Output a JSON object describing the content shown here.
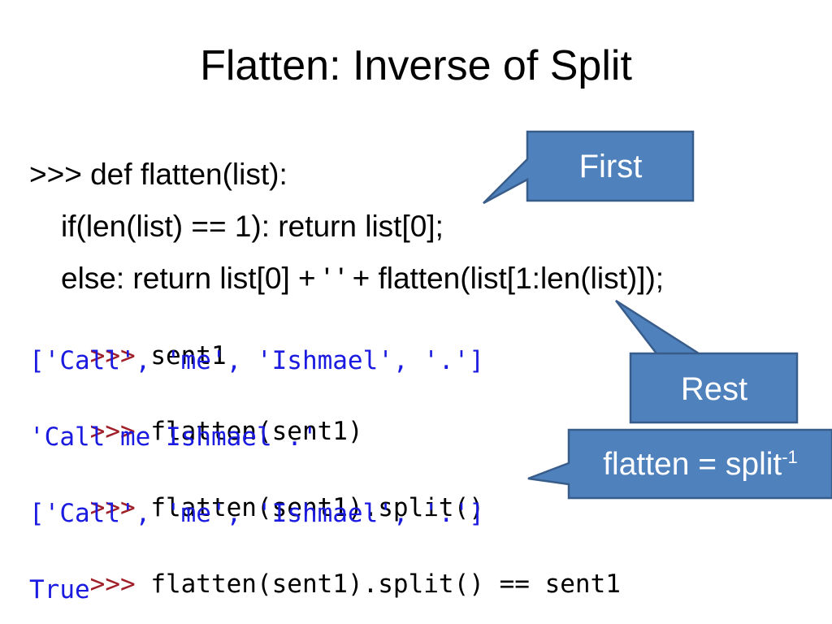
{
  "slide": {
    "title": "Flatten: Inverse of Split"
  },
  "code_def": [
    ">>> def flatten(list):",
    "if(len(list) == 1): return list[0];",
    "else: return list[0] + ' ' + flatten(list[1:len(list)]);"
  ],
  "session": [
    {
      "prompt": ">>>",
      "command": " sent1"
    },
    {
      "output": "['Call', 'me', 'Ishmael', '.']"
    },
    {
      "prompt": ">>>",
      "command": " flatten(sent1)"
    },
    {
      "output": "'Call me Ishmael .'"
    },
    {
      "prompt": ">>>",
      "command": " flatten(sent1).split()"
    },
    {
      "output": "['Call', 'me', 'Ishmael', '.']"
    },
    {
      "prompt": ">>>",
      "command": " flatten(sent1).split() == sent1"
    },
    {
      "output": "True"
    }
  ],
  "callouts": {
    "first": "First",
    "rest": "Rest",
    "inverse_base": "flatten = split",
    "inverse_sup": "-1"
  },
  "colors": {
    "prompt": "#a0202a",
    "output": "#1a1ae0",
    "callout_fill": "#4f81bd",
    "callout_border": "#385d8a"
  }
}
